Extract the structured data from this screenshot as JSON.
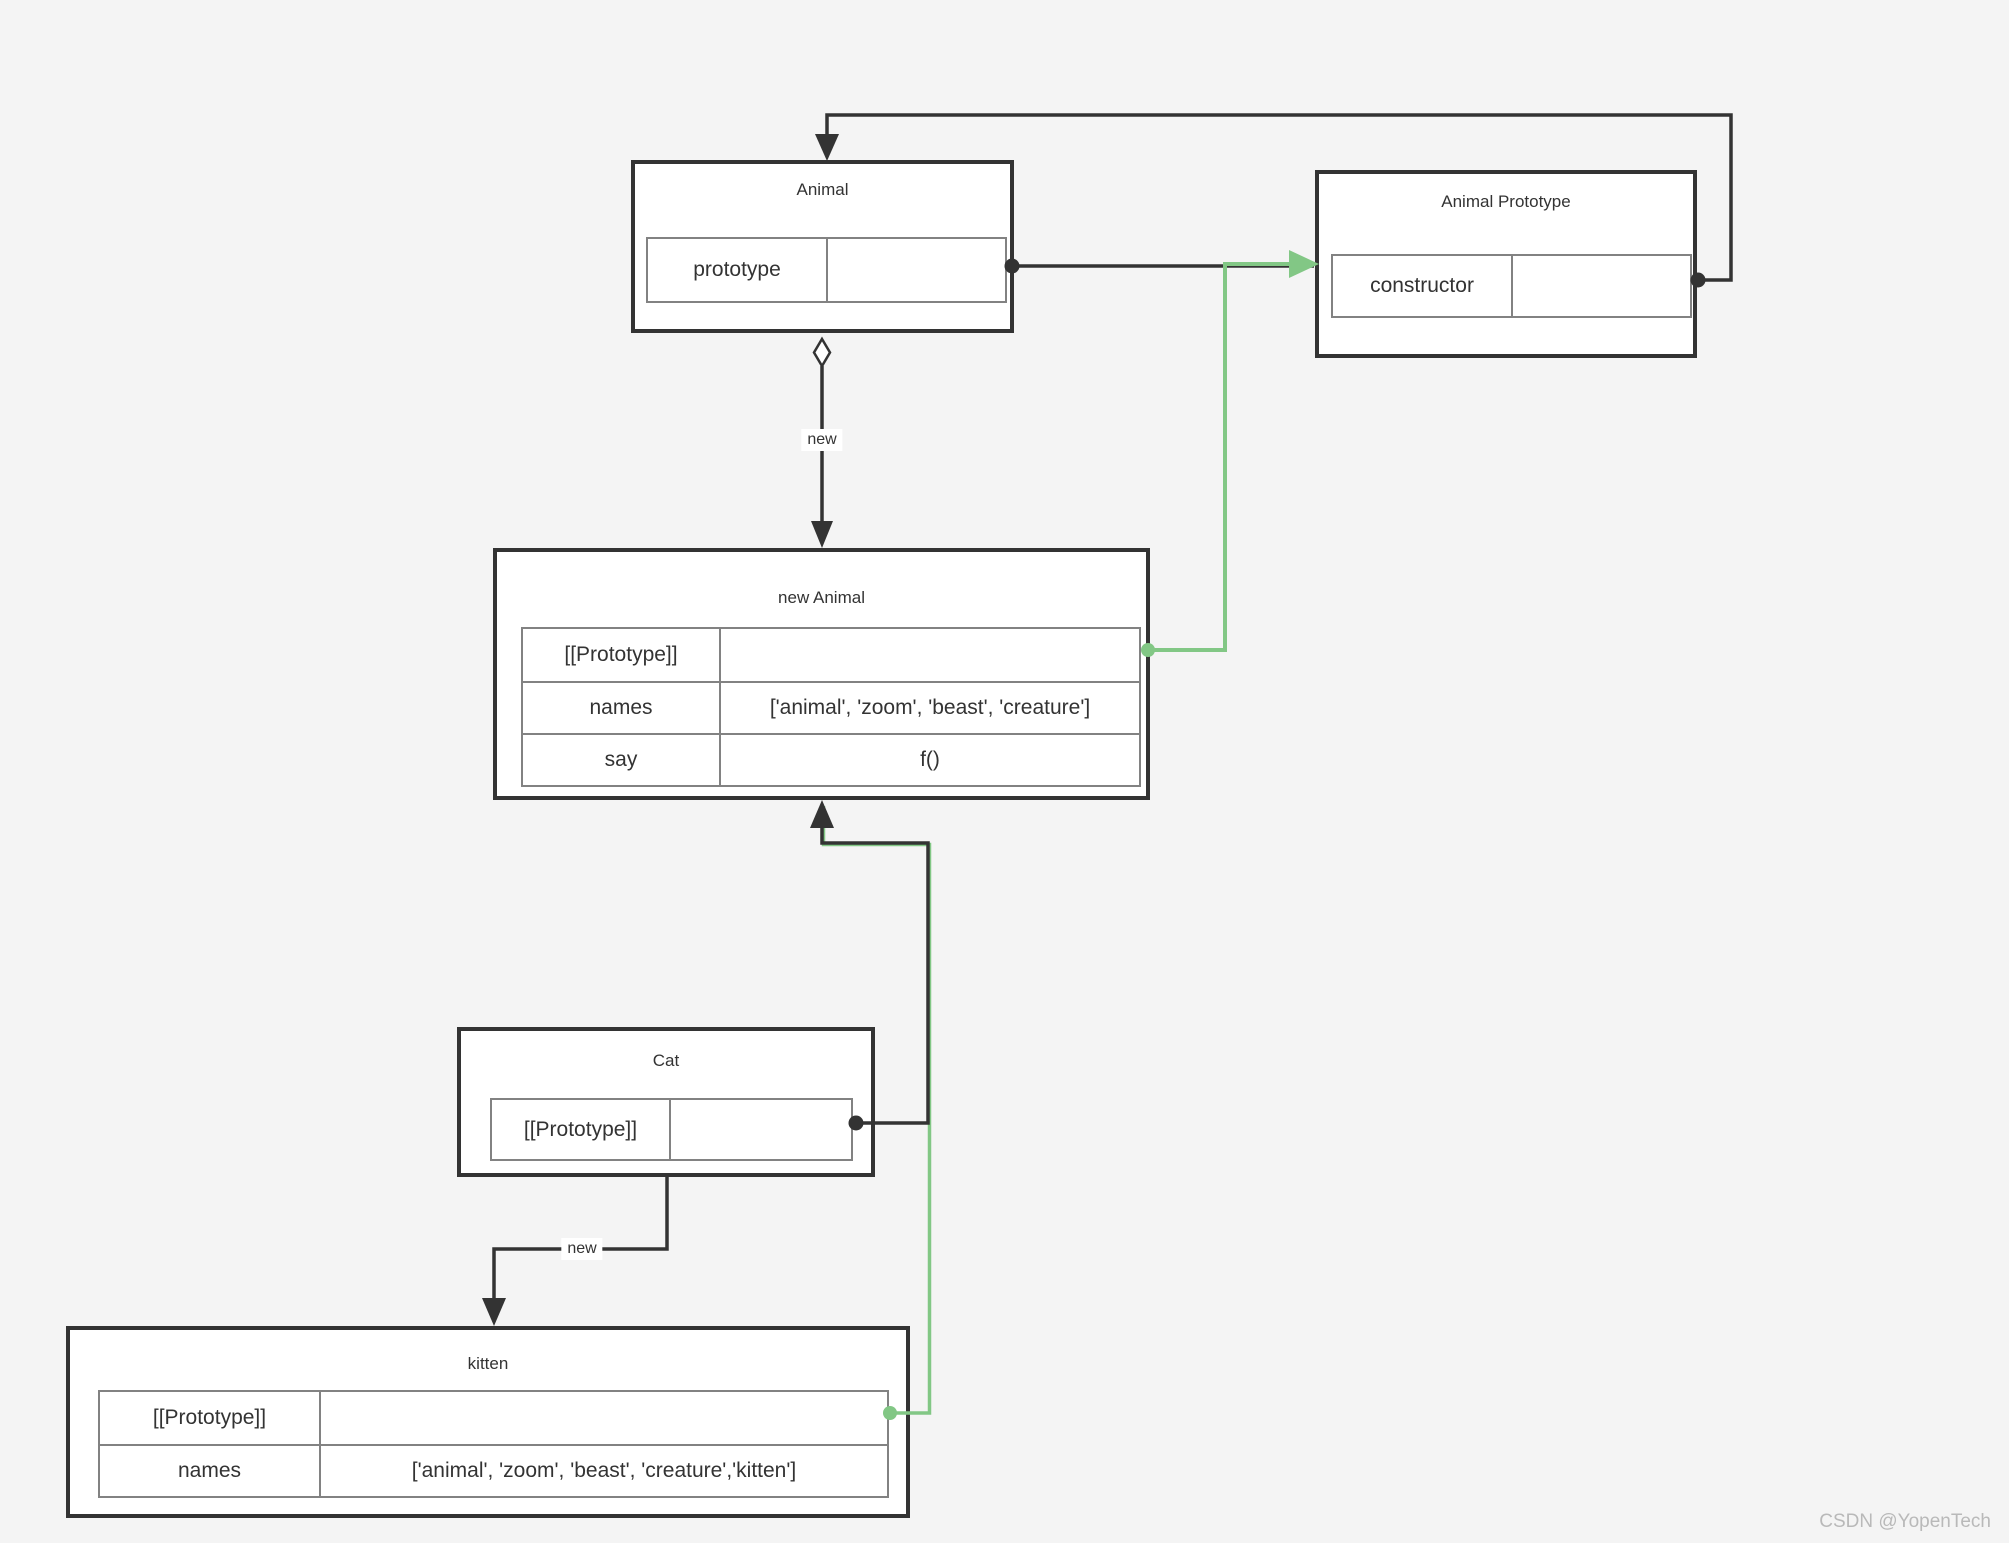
{
  "page": {
    "watermark": "CSDN @YopenTech"
  },
  "colors": {
    "background": "#f4f4f4",
    "line": "#333333",
    "green": "#82c785",
    "box_fill": "#ffffff",
    "inner_border": "#828282",
    "watermark": "#b9b9b9"
  },
  "boxes": {
    "animal": {
      "title": "Animal",
      "rows": [
        {
          "label": "prototype",
          "value": ""
        }
      ]
    },
    "animal_prototype": {
      "title": "Animal Prototype",
      "rows": [
        {
          "label": "constructor",
          "value": ""
        }
      ]
    },
    "new_animal": {
      "title": "new Animal",
      "rows": [
        {
          "label": "[[Prototype]]",
          "value": ""
        },
        {
          "label": "names",
          "value": "['animal', 'zoom', 'beast', 'creature']"
        },
        {
          "label": "say",
          "value": "f()"
        }
      ]
    },
    "cat": {
      "title": "Cat",
      "rows": [
        {
          "label": "[[Prototype]]",
          "value": ""
        }
      ]
    },
    "kitten": {
      "title": "kitten",
      "rows": [
        {
          "label": "[[Prototype]]",
          "value": ""
        },
        {
          "label": "names",
          "value": "['animal', 'zoom', 'beast', 'creature','kitten']"
        }
      ]
    }
  },
  "edges": {
    "new_label_animal": "new",
    "new_label_cat": "new"
  }
}
